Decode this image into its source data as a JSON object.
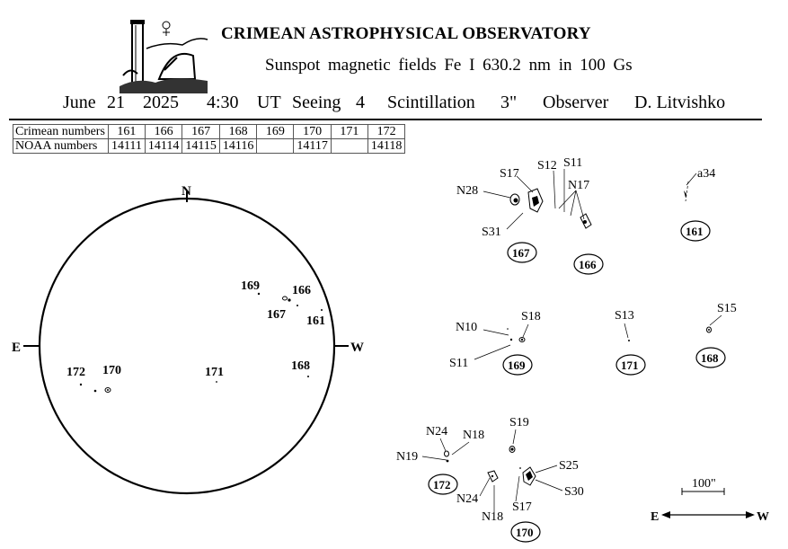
{
  "header": {
    "title": "CRIMEAN ASTROPHYSICAL OBSERVATORY",
    "subtitle": "Sunspot  magnetic  fields  Fe I 630.2 nm in 100 Gs",
    "month": "June",
    "day": "21",
    "year": "2025",
    "time": "4:30",
    "ut_label": "UT",
    "seeing_label": "Seeing",
    "seeing_value": "4",
    "scintillation_label": "Scintillation",
    "scintillation_value": "3\"",
    "observer_label": "Observer",
    "observer_name": "D. Litvishko"
  },
  "table": {
    "row1_label": "Crimean numbers",
    "row2_label": "NOAA numbers",
    "crimean": [
      "161",
      "166",
      "167",
      "168",
      "169",
      "170",
      "171",
      "172"
    ],
    "noaa": [
      "14111",
      "14114",
      "14115",
      "14116",
      "",
      "14117",
      "",
      "14118"
    ]
  },
  "disk": {
    "north": "N",
    "east": "E",
    "west": "W",
    "regions": [
      "169",
      "166",
      "167",
      "161",
      "172",
      "170",
      "171",
      "168"
    ]
  },
  "panels": {
    "p1": [
      "N28",
      "S17",
      "S12",
      "S11",
      "N17",
      "S31"
    ],
    "p1_regions": [
      "167",
      "166"
    ],
    "p2": [
      "a34"
    ],
    "p2_region": "161",
    "p3": [
      "N10",
      "S18",
      "S11"
    ],
    "p3_region": "169",
    "p4": [
      "S13"
    ],
    "p4_region": "171",
    "p5": [
      "S15"
    ],
    "p5_region": "168",
    "p6": [
      "N24",
      "N18",
      "N19"
    ],
    "p6_region": "172",
    "p7": [
      "S19",
      "S25",
      "S30",
      "N24",
      "N18",
      "S17"
    ],
    "p7_region": "170"
  },
  "scale_label": "100\"",
  "direction": {
    "east": "E",
    "west": "W"
  }
}
